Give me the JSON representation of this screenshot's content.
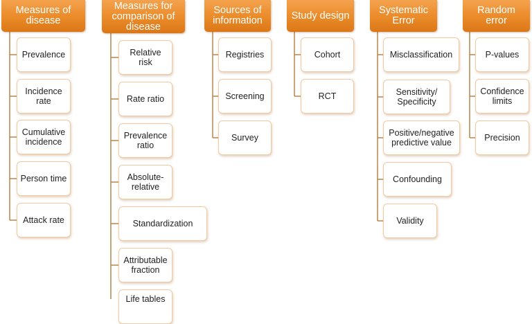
{
  "colors": {
    "header_fill": "#ea8a28",
    "header_text": "#ffffff",
    "item_border": "#f2c9a0",
    "connector": "#b8844c",
    "item_text": "#222222"
  },
  "columns": [
    {
      "header": "Measures of disease",
      "items": [
        "Prevalence",
        "Incidence rate",
        "Cumulative incidence",
        "Person time",
        "Attack rate"
      ]
    },
    {
      "header": "Measures for comparison of disease",
      "items": [
        "Relative risk",
        "Rate ratio",
        "Prevalence ratio",
        "Absolute-relative",
        "Standardization",
        "Attributable fraction",
        "Life tables"
      ]
    },
    {
      "header": "Sources of information",
      "items": [
        "Registries",
        "Screening",
        "Survey"
      ]
    },
    {
      "header": "Study design",
      "items": [
        "Cohort",
        "RCT"
      ]
    },
    {
      "header": "Systematic Error",
      "items": [
        "Misclassification",
        "Sensitivity/ Specificity",
        "Positive/negative predictive value",
        "Confounding",
        "Validity"
      ]
    },
    {
      "header": "Random error",
      "items": [
        "P-values",
        "Confidence limits",
        "Precision"
      ]
    }
  ]
}
